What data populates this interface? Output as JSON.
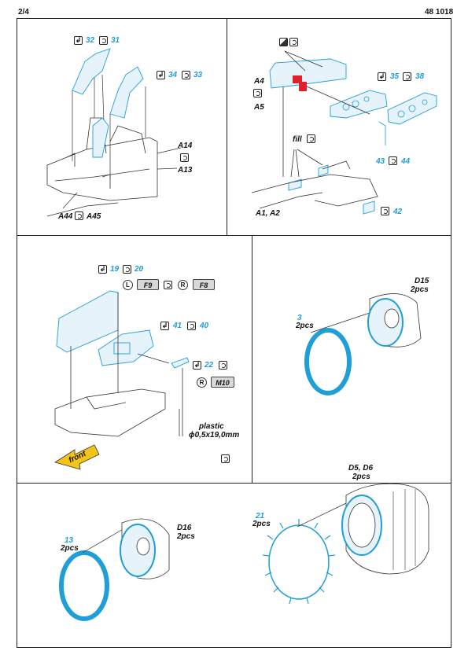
{
  "header": {
    "page": "2/4",
    "code": "48 1018"
  },
  "panel1": {
    "part_32": "32",
    "part_31": "31",
    "part_34": "34",
    "part_33": "33",
    "a14": "A14",
    "a13": "A13",
    "a44": "A44",
    "a45": "A45"
  },
  "panel2": {
    "a4": "A4",
    "a5": "A5",
    "part_35": "35",
    "part_38": "38",
    "fill": "fill",
    "part_43": "43",
    "part_44": "44",
    "a1a2": "A1, A2",
    "part_42": "42"
  },
  "panel3": {
    "part_19": "19",
    "part_20": "20",
    "f9": "F9",
    "f8": "F8",
    "part_41": "41",
    "part_40": "40",
    "part_22": "22",
    "m10": "M10",
    "plastic": "plastic",
    "rod": "ϕ0,5x19,0mm",
    "front": "front"
  },
  "panel4": {
    "part_3": "3",
    "part_3_qty": "2pcs",
    "d15": "D15",
    "d15_qty": "2pcs"
  },
  "panel5": {
    "part_13": "13",
    "part_13_qty": "2pcs",
    "d16": "D16",
    "d16_qty": "2pcs"
  },
  "panel6": {
    "part_21": "21",
    "part_21_qty": "2pcs",
    "d5d6": "D5, D6",
    "d5d6_qty": "2pcs"
  },
  "colors": {
    "etch_blue": "#1f9ed8",
    "accent_red": "#e0202a"
  }
}
